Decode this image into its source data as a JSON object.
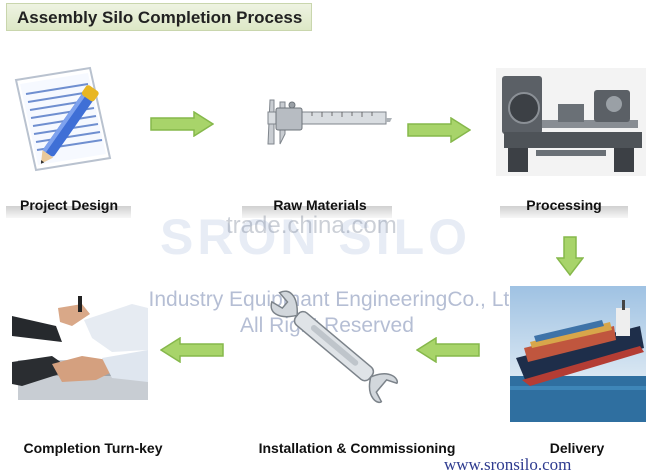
{
  "title": "Assembly Silo Completion Process",
  "steps": {
    "project_design": "Project Design",
    "raw_materials": "Raw Materials",
    "processing": "Processing",
    "delivery": "Delivery",
    "installation": "Installation & Commissioning",
    "completion": "Completion Turn-key"
  },
  "icons": {
    "project_design": "document-pen-icon",
    "raw_materials": "caliper-icon",
    "processing": "lathe-machine-icon",
    "delivery": "cargo-ship-icon",
    "installation": "wrench-icon",
    "completion": "handshake-icon",
    "arrow": "right-arrow-icon"
  },
  "watermarks": {
    "site": "trade.china.com",
    "brand": "SRON SILO",
    "company_line1": "SRON Industry Equipmant EngineeringCo., Ltd.",
    "company_line2": "All Right Reserved",
    "url": "www.sronsilo.com"
  },
  "colors": {
    "arrow": "#9ccf5a",
    "banner": "#e4ecd2",
    "url": "#2e3b8f"
  }
}
